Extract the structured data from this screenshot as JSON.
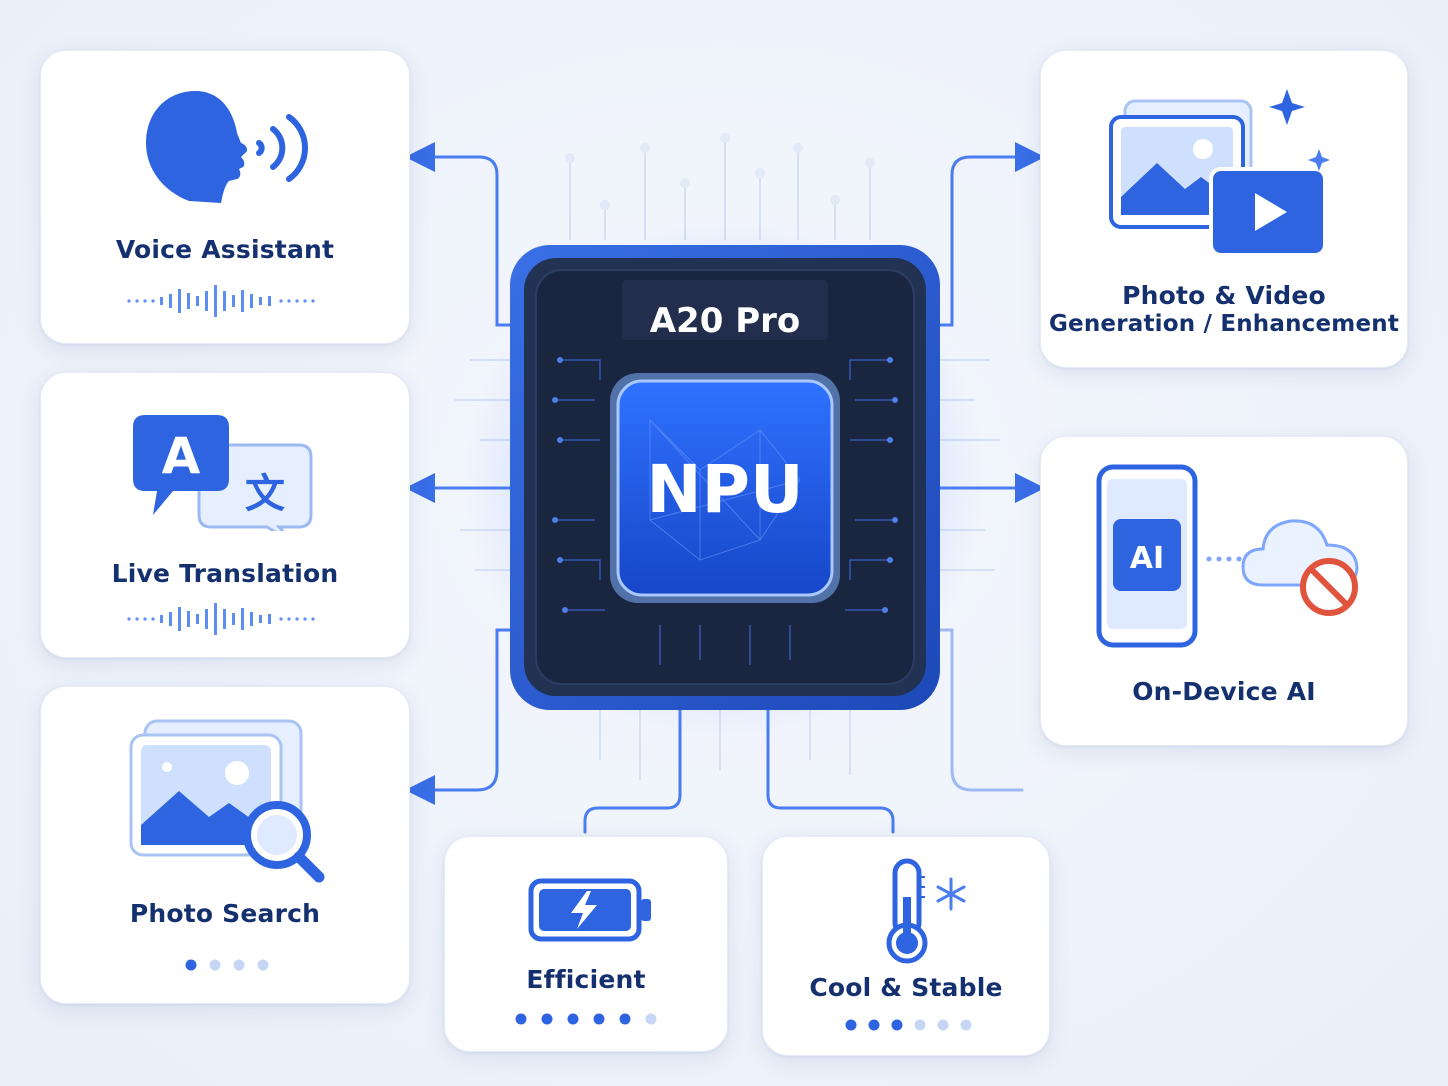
{
  "chip": {
    "title": "A20 Pro",
    "core": "NPU"
  },
  "cards": {
    "voice": {
      "label": "Voice Assistant",
      "icon": "speaking-head-icon"
    },
    "translation": {
      "label": "Live Translation",
      "icon": "translate-bubbles-icon",
      "glyph_a": "A",
      "glyph_b": "文"
    },
    "photo_search": {
      "label": "Photo Search",
      "icon": "image-search-icon"
    },
    "photo_video": {
      "label_line1": "Photo & Video",
      "label_line2": "Generation / Enhancement",
      "icon": "photo-video-sparkle-icon"
    },
    "on_device": {
      "label": "On-Device AI",
      "icon": "phone-ai-no-cloud-icon",
      "ai_text": "AI"
    },
    "efficient": {
      "label": "Efficient",
      "icon": "battery-charging-icon"
    },
    "cool": {
      "label": "Cool & Stable",
      "icon": "thermometer-snowflake-icon"
    }
  },
  "colors": {
    "accent": "#2f64e0",
    "dark_navy": "#14306e",
    "chip_body": "#1b2740",
    "chip_frame": "#2b5fd9",
    "light_blue": "#8fb0f0",
    "warning_red": "#e0533c"
  }
}
